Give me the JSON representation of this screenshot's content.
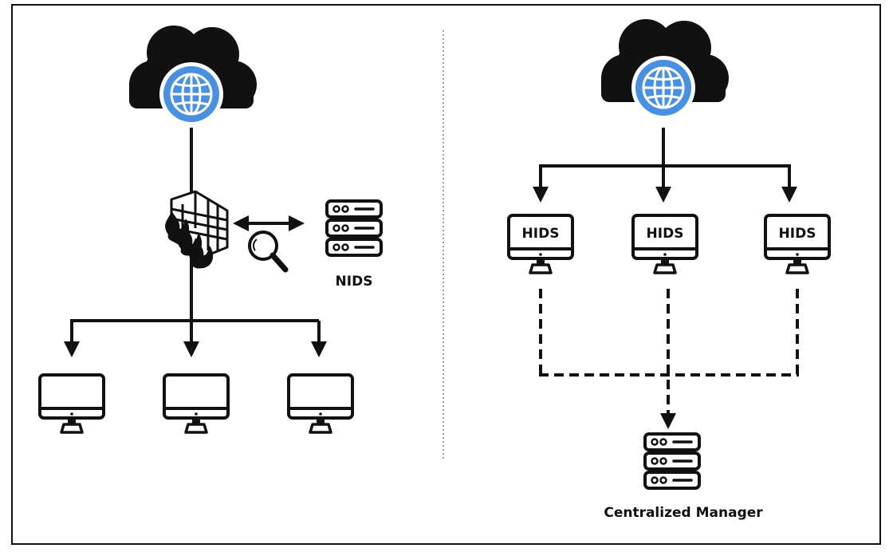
{
  "left_panel": {
    "nids_label": "NIDS"
  },
  "right_panel": {
    "hids_labels": [
      "HIDS",
      "HIDS",
      "HIDS"
    ],
    "manager_label": "Centralized Manager"
  },
  "colors": {
    "globe": "#4a90e2",
    "ink": "#111111",
    "background": "#ffffff"
  },
  "icons": [
    "cloud-icon",
    "globe-icon",
    "firewall-icon",
    "fire-icon",
    "magnifier-icon",
    "server-icon",
    "monitor-icon"
  ]
}
